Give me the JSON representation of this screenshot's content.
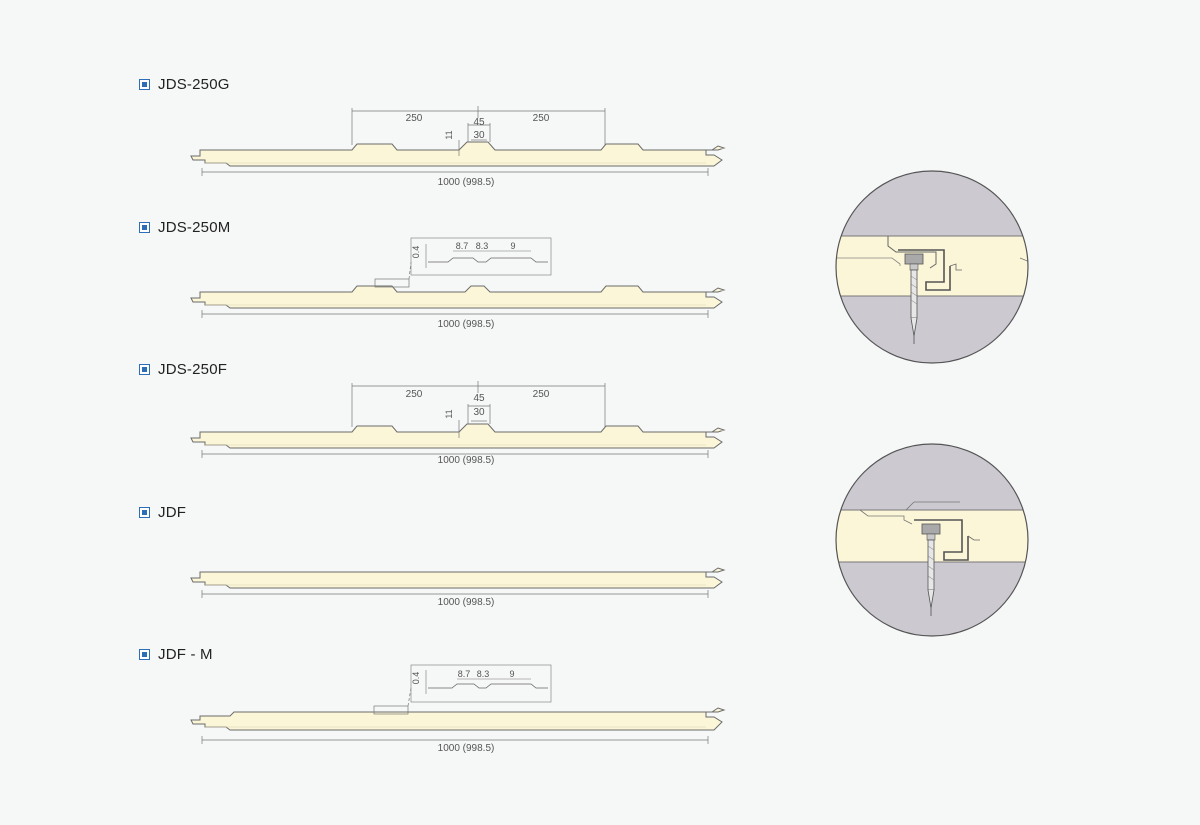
{
  "colors": {
    "foam": "#fbf6d7",
    "outline": "#6b6b6b",
    "dim_line": "#777777",
    "detail_bg": "#ccc9d1",
    "title_bullet": "#2d6eb6"
  },
  "sections": [
    {
      "id": "jds250g",
      "title": "JDS-250G",
      "width_label": "1000 (998.5)",
      "dims": {
        "left": "250",
        "right": "250",
        "groove_top": "45",
        "groove_bottom": "30",
        "depth": "11"
      }
    },
    {
      "id": "jds250m",
      "title": "JDS-250M",
      "width_label": "1000 (998.5)",
      "dims": {
        "thickness": "0.4",
        "seg_a": "8.7",
        "seg_b": "8.3",
        "seg_c": "9"
      }
    },
    {
      "id": "jds250f",
      "title": "JDS-250F",
      "width_label": "1000 (998.5)",
      "dims": {
        "left": "250",
        "right": "250",
        "groove_top": "45",
        "groove_bottom": "30",
        "depth": "11"
      }
    },
    {
      "id": "jdf",
      "title": "JDF",
      "width_label": "1000 (998.5)"
    },
    {
      "id": "jdfm",
      "title": "JDF - M",
      "width_label": "1000 (998.5)",
      "dims": {
        "thickness": "0.4",
        "seg_a": "8.7",
        "seg_b": "8.3",
        "seg_c": "9"
      }
    }
  ],
  "details": [
    {
      "id": "detail-1",
      "bracket": "upper"
    },
    {
      "id": "detail-2",
      "bracket": "lower"
    }
  ]
}
